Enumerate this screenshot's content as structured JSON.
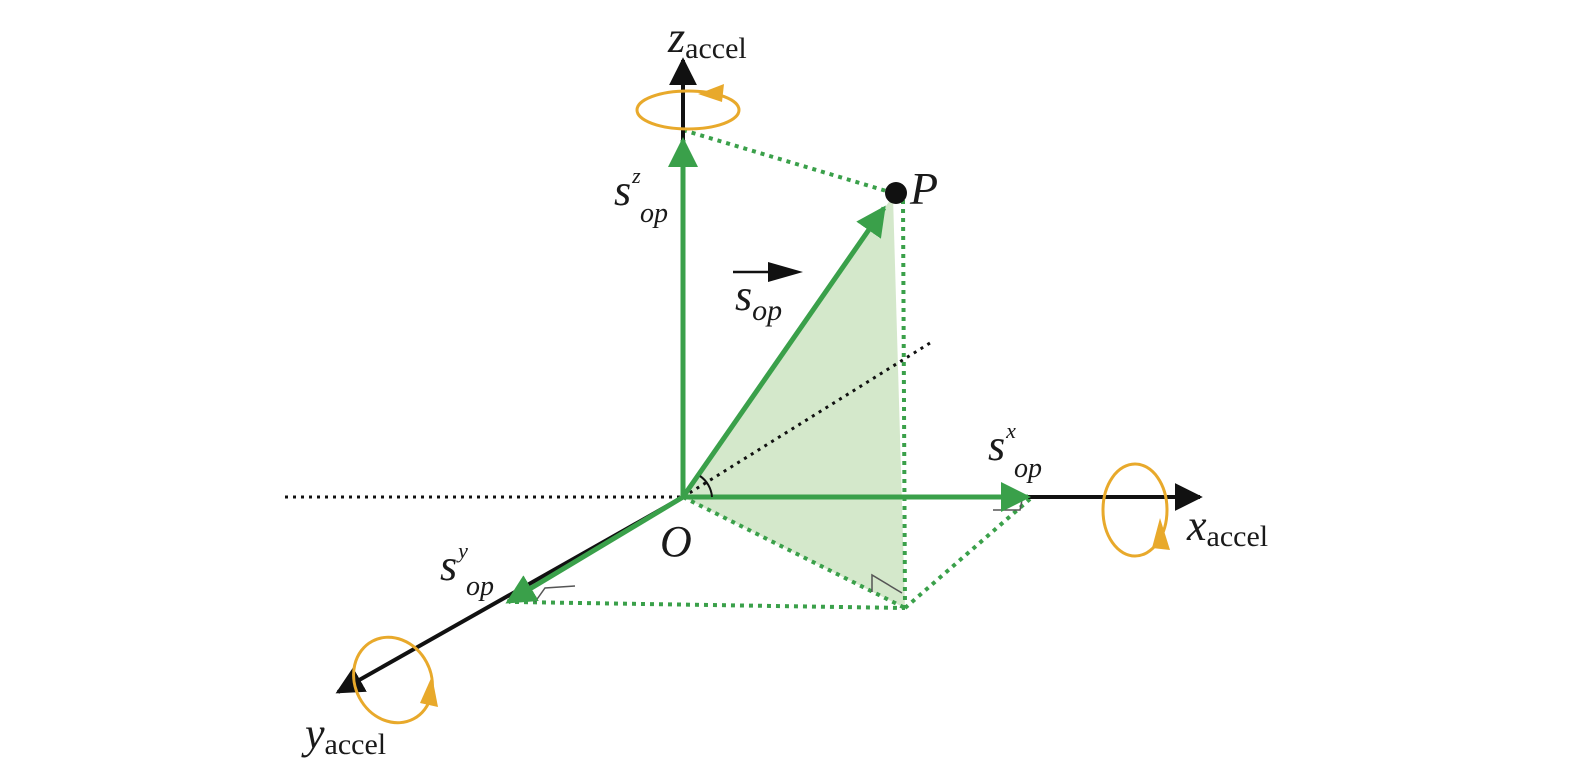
{
  "colors": {
    "axis": "#111111",
    "vector": "#3aa04a",
    "projection_dotted": "#3aa04a",
    "plane_fill": "#cfe6c5",
    "rotation": "#e8a92b",
    "point": "#111111",
    "background": "#ffffff"
  },
  "labels": {
    "z_axis": {
      "main": "z",
      "sub": "accel"
    },
    "x_axis": {
      "main": "x",
      "sub": "accel"
    },
    "y_axis": {
      "main": "y",
      "sub": "accel"
    },
    "origin": "O",
    "point": "P",
    "vector": {
      "main": "s",
      "sub": "op"
    },
    "comp_z": {
      "main": "s",
      "sup": "z",
      "sub": "op"
    },
    "comp_x": {
      "main": "s",
      "sup": "x",
      "sub": "op"
    },
    "comp_y": {
      "main": "s",
      "sup": "y",
      "sub": "op"
    }
  },
  "icons": {
    "rotation_z": "rotation-arrow-icon",
    "rotation_x": "rotation-arrow-icon",
    "rotation_y": "rotation-arrow-icon"
  }
}
